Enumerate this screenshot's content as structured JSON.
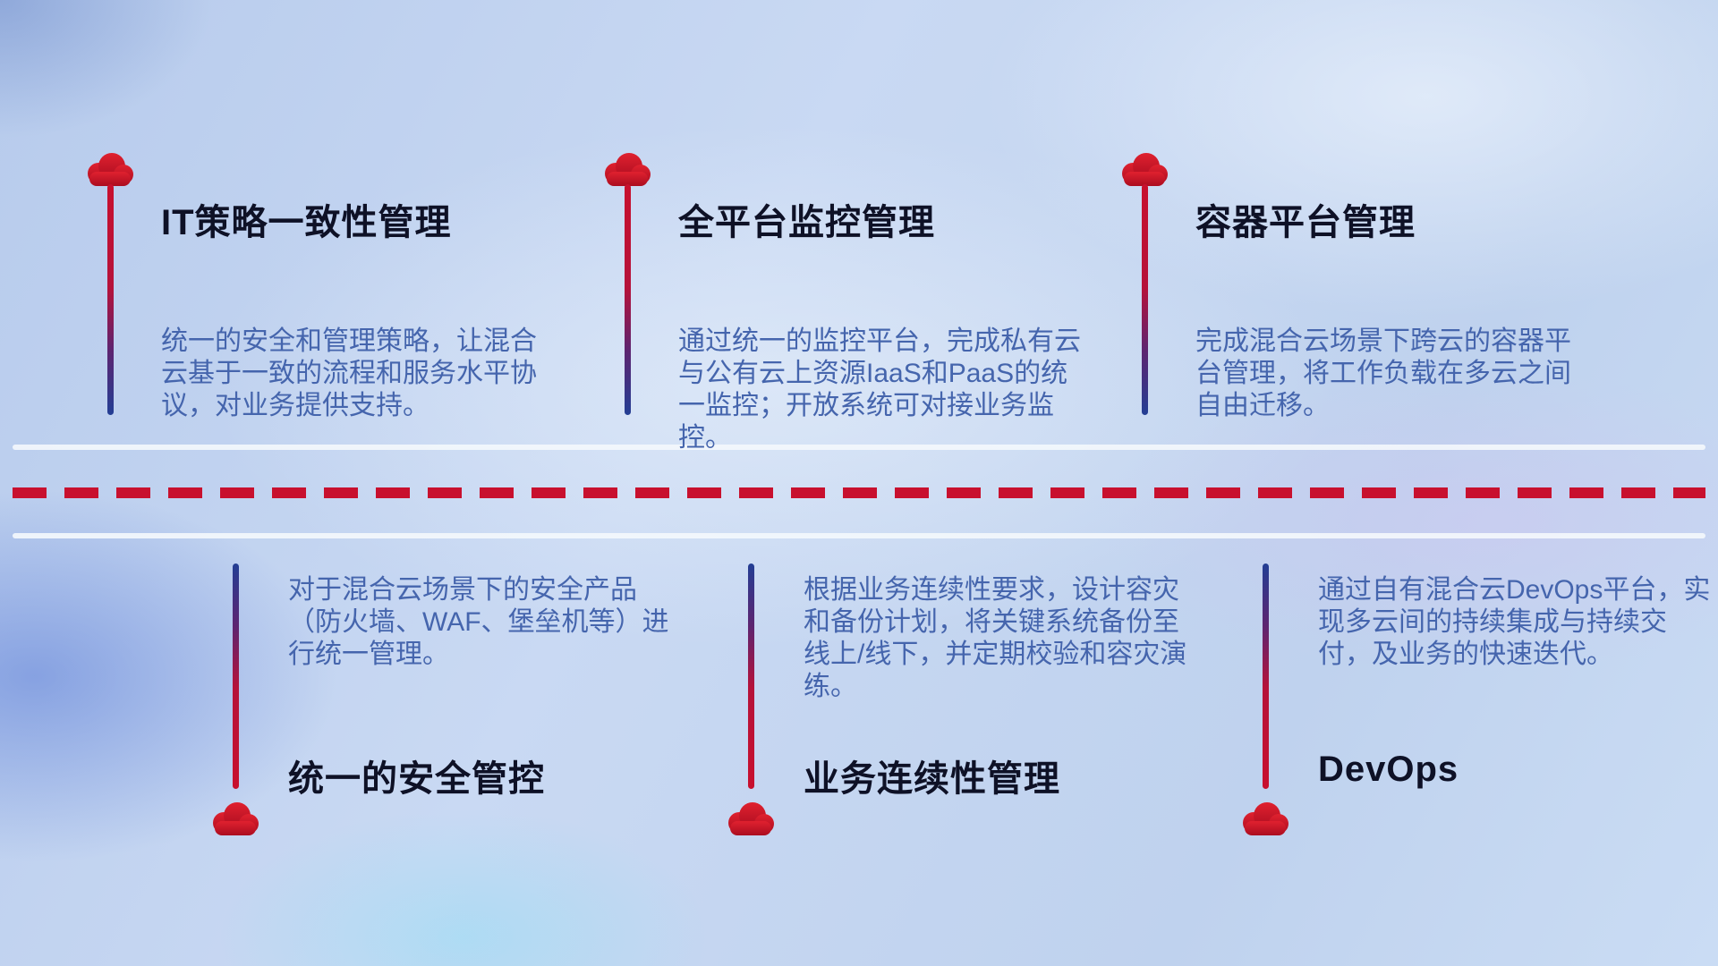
{
  "diagram": {
    "top_items": [
      {
        "title": "IT策略一致性管理",
        "description": "统一的安全和管理策略，让混合云基于一致的流程和服务水平协议，对业务提供支持。"
      },
      {
        "title": "全平台监控管理",
        "description": "通过统一的监控平台，完成私有云与公有云上资源IaaS和PaaS的统一监控；开放系统可对接业务监控。"
      },
      {
        "title": "容器平台管理",
        "description": "完成混合云场景下跨云的容器平台管理，将工作负载在多云之间自由迁移。"
      }
    ],
    "bottom_items": [
      {
        "title": "统一的安全管控",
        "description": "对于混合云场景下的安全产品（防火墙、WAF、堡垒机等）进行统一管理。"
      },
      {
        "title": "业务连续性管理",
        "description": "根据业务连续性要求，设计容灾和备份计划，将关键系统备份至线上/线下，并定期校验和容灾演练。"
      },
      {
        "title": "DevOps",
        "description": "通过自有混合云DevOps平台，实现多云间的持续集成与持续交付，及业务的快速迭代。"
      }
    ]
  },
  "icons": {
    "cloud": "☁"
  },
  "colors": {
    "cloud_red": "#c8102e",
    "line_red": "#c8102e",
    "line_blue": "#233e94",
    "dash_red": "#c8102e",
    "separator_white": "#f3f7fc",
    "title_color": "#0e1126",
    "description_color": "#4565ad",
    "background_blue": "#c3d5f0"
  }
}
